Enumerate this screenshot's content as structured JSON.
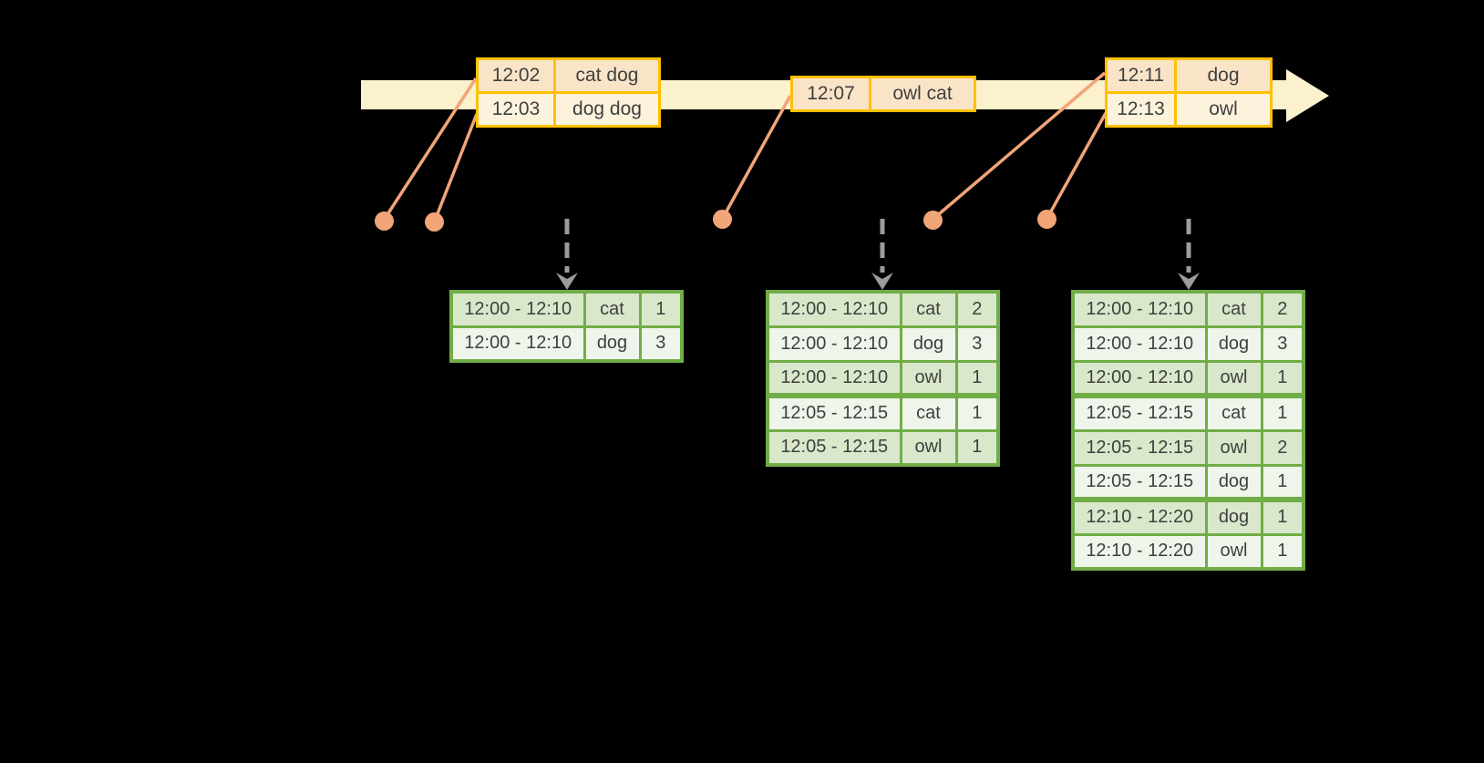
{
  "colors": {
    "background": "#000000",
    "timeline_fill": "#FBF1CD",
    "event_table_border": "#FFC000",
    "event_row_dark": "#FAE4C8",
    "event_row_light": "#FDF3DC",
    "connector_and_dots": "#F1A579",
    "result_table_border": "#71AD47",
    "result_row_dark": "#D9E8CB",
    "result_row_light": "#EFF5EB",
    "trigger_arrow": "#9C9C9C",
    "text": "#3F3F3F"
  },
  "event_tables": [
    {
      "rows": [
        {
          "time": "12:02",
          "words": "cat dog"
        },
        {
          "time": "12:03",
          "words": "dog dog"
        }
      ]
    },
    {
      "rows": [
        {
          "time": "12:07",
          "words": "owl cat"
        }
      ]
    },
    {
      "rows": [
        {
          "time": "12:11",
          "words": "dog"
        },
        {
          "time": "12:13",
          "words": "owl"
        }
      ]
    }
  ],
  "result_tables": [
    {
      "rows": [
        {
          "window": "12:00 - 12:10",
          "word": "cat",
          "count": "1"
        },
        {
          "window": "12:00 - 12:10",
          "word": "dog",
          "count": "3"
        }
      ]
    },
    {
      "rows": [
        {
          "window": "12:00 - 12:10",
          "word": "cat",
          "count": "2"
        },
        {
          "window": "12:00 - 12:10",
          "word": "dog",
          "count": "3"
        },
        {
          "window": "12:00 - 12:10",
          "word": "owl",
          "count": "1"
        },
        {
          "window": "12:05 - 12:15",
          "word": "cat",
          "count": "1"
        },
        {
          "window": "12:05 - 12:15",
          "word": "owl",
          "count": "1"
        }
      ]
    },
    {
      "rows": [
        {
          "window": "12:00 - 12:10",
          "word": "cat",
          "count": "2"
        },
        {
          "window": "12:00 - 12:10",
          "word": "dog",
          "count": "3"
        },
        {
          "window": "12:00 - 12:10",
          "word": "owl",
          "count": "1"
        },
        {
          "window": "12:05 - 12:15",
          "word": "cat",
          "count": "1"
        },
        {
          "window": "12:05 - 12:15",
          "word": "owl",
          "count": "2"
        },
        {
          "window": "12:05 - 12:15",
          "word": "dog",
          "count": "1"
        },
        {
          "window": "12:10 - 12:20",
          "word": "dog",
          "count": "1"
        },
        {
          "window": "12:10 - 12:20",
          "word": "owl",
          "count": "1"
        }
      ]
    }
  ]
}
